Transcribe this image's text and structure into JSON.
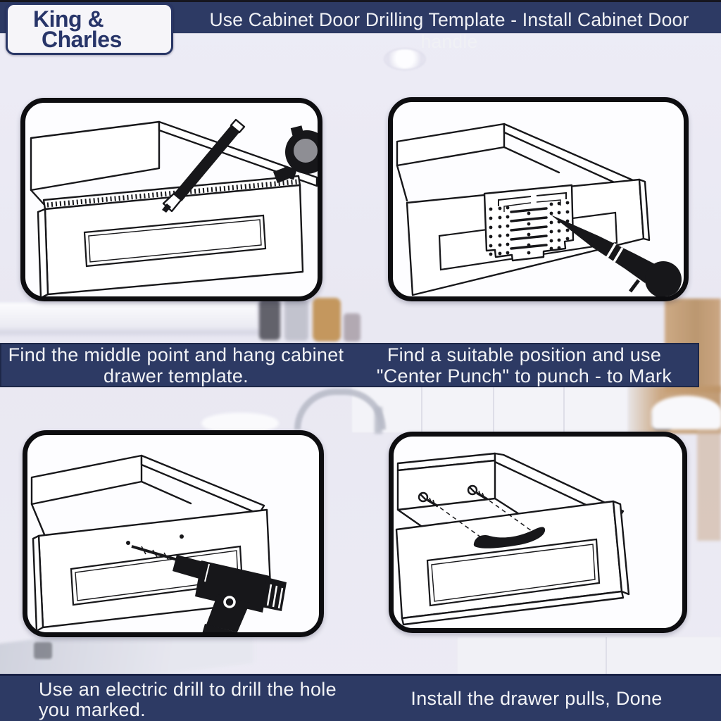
{
  "brand": {
    "line1": "King &",
    "line2": "Charles"
  },
  "header": {
    "title": "Use Cabinet Door Drilling Template - Install Cabinet Door handle"
  },
  "colors": {
    "navy": "#2d3a64",
    "band_border": "#1d2748",
    "panel_border": "#0d0d10",
    "line_art": "#17171a",
    "background": "#eae9f3",
    "text_light": "#f2f3f6",
    "tape_measure_gray": "#8e8e94"
  },
  "steps": [
    {
      "index": 1,
      "illustration": "drawer-with-tape-measure-and-pencil",
      "caption": {
        "line1": "Find the middle point and hang cabinet",
        "line2": "drawer template."
      }
    },
    {
      "index": 2,
      "illustration": "drawer-with-drilling-template-and-center-punch",
      "caption": {
        "line1": "Find a suitable position and use",
        "line2": "\"Center Punch\" to punch - to Mark"
      }
    },
    {
      "index": 3,
      "illustration": "drawer-with-electric-drill",
      "caption": {
        "line1": "Use an electric drill to drill the hole",
        "line2": "you marked."
      }
    },
    {
      "index": 4,
      "illustration": "drawer-with-installed-pull",
      "caption": {
        "line1": "Install the drawer pulls, Done"
      }
    }
  ]
}
